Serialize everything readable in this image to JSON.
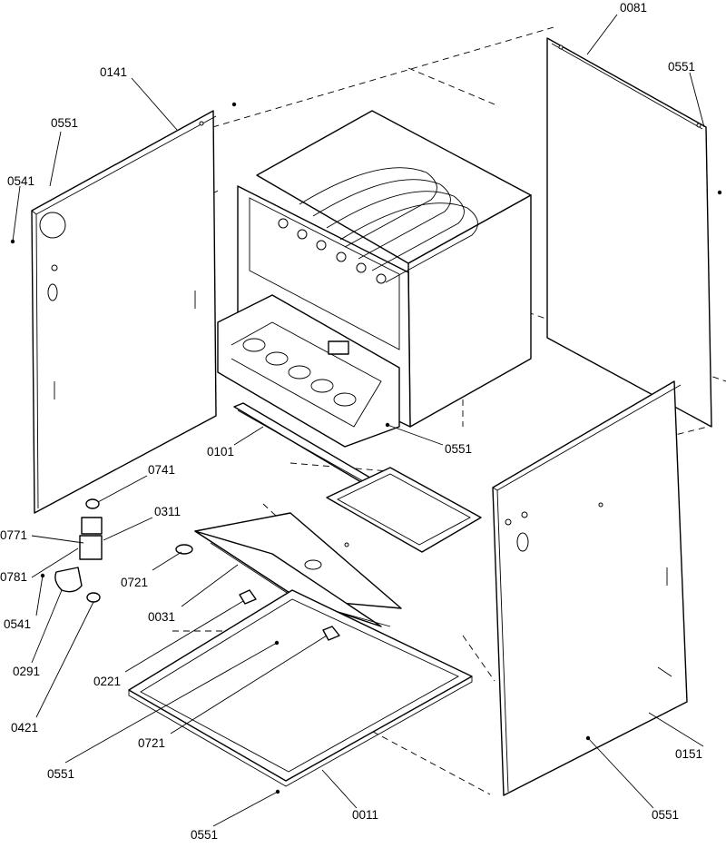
{
  "labels": {
    "l0081": "0081",
    "l0551_tr": "0551",
    "l0141": "0141",
    "l0551_tl": "0551",
    "l0541_tl": "0541",
    "l0101": "0101",
    "l0551_mid": "0551",
    "l0741": "0741",
    "l0311": "0311",
    "l0771": "0771",
    "l0781": "0781",
    "l0721_a": "0721",
    "l0541_bl": "0541",
    "l0031": "0031",
    "l0291": "0291",
    "l0221": "0221",
    "l0421": "0421",
    "l0721_b": "0721",
    "l0551_bl": "0551",
    "l0151": "0151",
    "l0011": "0011",
    "l0551_b": "0551",
    "l0551_br": "0551"
  }
}
